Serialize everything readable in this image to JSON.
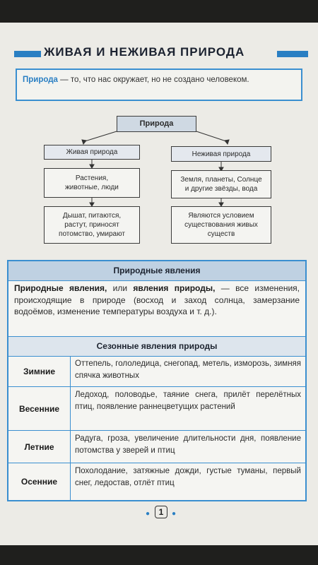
{
  "title": "ЖИВАЯ И НЕЖИВАЯ ПРИРОДА",
  "definition": {
    "term": "Природа",
    "text": " — то, что нас окружает, но не создано человеком."
  },
  "diagram": {
    "root": "Природа",
    "left": {
      "head": "Живая природа",
      "examples_line1": "Растения,",
      "examples_line2": "животные, люди",
      "traits_line1": "Дышат, питаются,",
      "traits_line2": "растут, приносят",
      "traits_line3": "потомство, умирают"
    },
    "right": {
      "head": "Неживая природа",
      "examples_line1": "Земля, планеты, Солнце",
      "examples_line2": "и другие звёзды, вода",
      "traits_line1": "Являются условием",
      "traits_line2": "существования живых",
      "traits_line3": "существ"
    }
  },
  "phenomena": {
    "header": "Природные явления",
    "def_term1": "Природные явления,",
    "def_mid": " или ",
    "def_term2": "явления природы,",
    "def_text": " — все изменения, происходящие в природе (восход и заход солнца, замерзание водоёмов, изменение температуры воздуха и т. д.).",
    "seasonal_header": "Сезонные явления природы",
    "seasons": [
      {
        "name": "Зимние",
        "events": "Оттепель, гололедица, снегопад, метель, изморозь, зимняя спячка животных"
      },
      {
        "name": "Весенние",
        "events": "Ледоход, половодье, таяние снега, прилёт перелётных птиц, появление раннецветущих растений"
      },
      {
        "name": "Летние",
        "events": "Радуга, гроза, увеличение длительности дня, появление потомства у зверей и птиц"
      },
      {
        "name": "Осенние",
        "events": "Похолодание, затяжные дожди, густые туманы, первый снег, ледостав, отлёт птиц"
      }
    ]
  },
  "page_number": "1",
  "colors": {
    "accent": "#2a7fc3",
    "header_fill": "#bfd1e2"
  }
}
